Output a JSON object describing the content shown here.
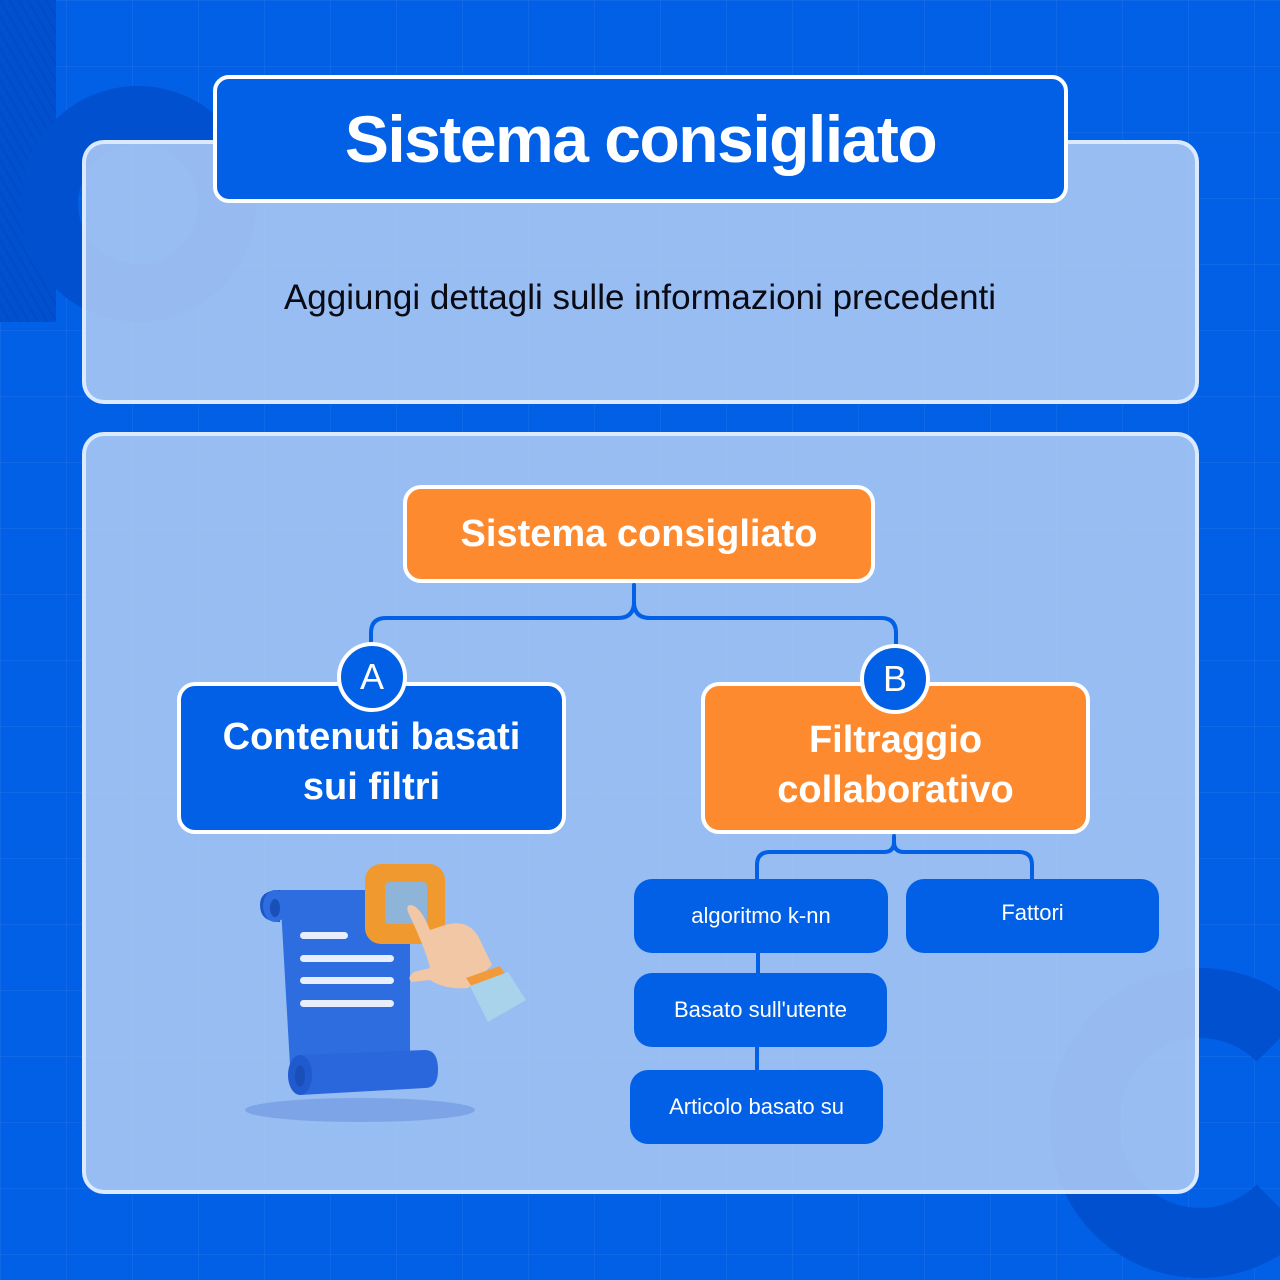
{
  "header": {
    "title": "Sistema consigliato",
    "subtitle": "Aggiungi dettagli sulle informazioni precedenti"
  },
  "diagram": {
    "root": {
      "label": "Sistema consigliato",
      "color": "#fd8a2e"
    },
    "branches": [
      {
        "badge": "A",
        "label": "Contenuti basati sui filtri",
        "color": "#0260e6",
        "illustration": "document-scroll-with-hand-pressing-button"
      },
      {
        "badge": "B",
        "label": "Filtraggio collaborativo",
        "color": "#fd8a2e",
        "children": [
          {
            "label": "algoritmo k-nn",
            "children": [
              {
                "label": "Basato sull'utente"
              },
              {
                "label": "Articolo basato su"
              }
            ]
          },
          {
            "label": "Fattori"
          }
        ]
      }
    ]
  },
  "colors": {
    "background": "#0260e6",
    "panel": "#9bbcf2",
    "accent_orange": "#fd8a2e",
    "node_blue": "#0260e6",
    "connector": "#0260e6"
  }
}
